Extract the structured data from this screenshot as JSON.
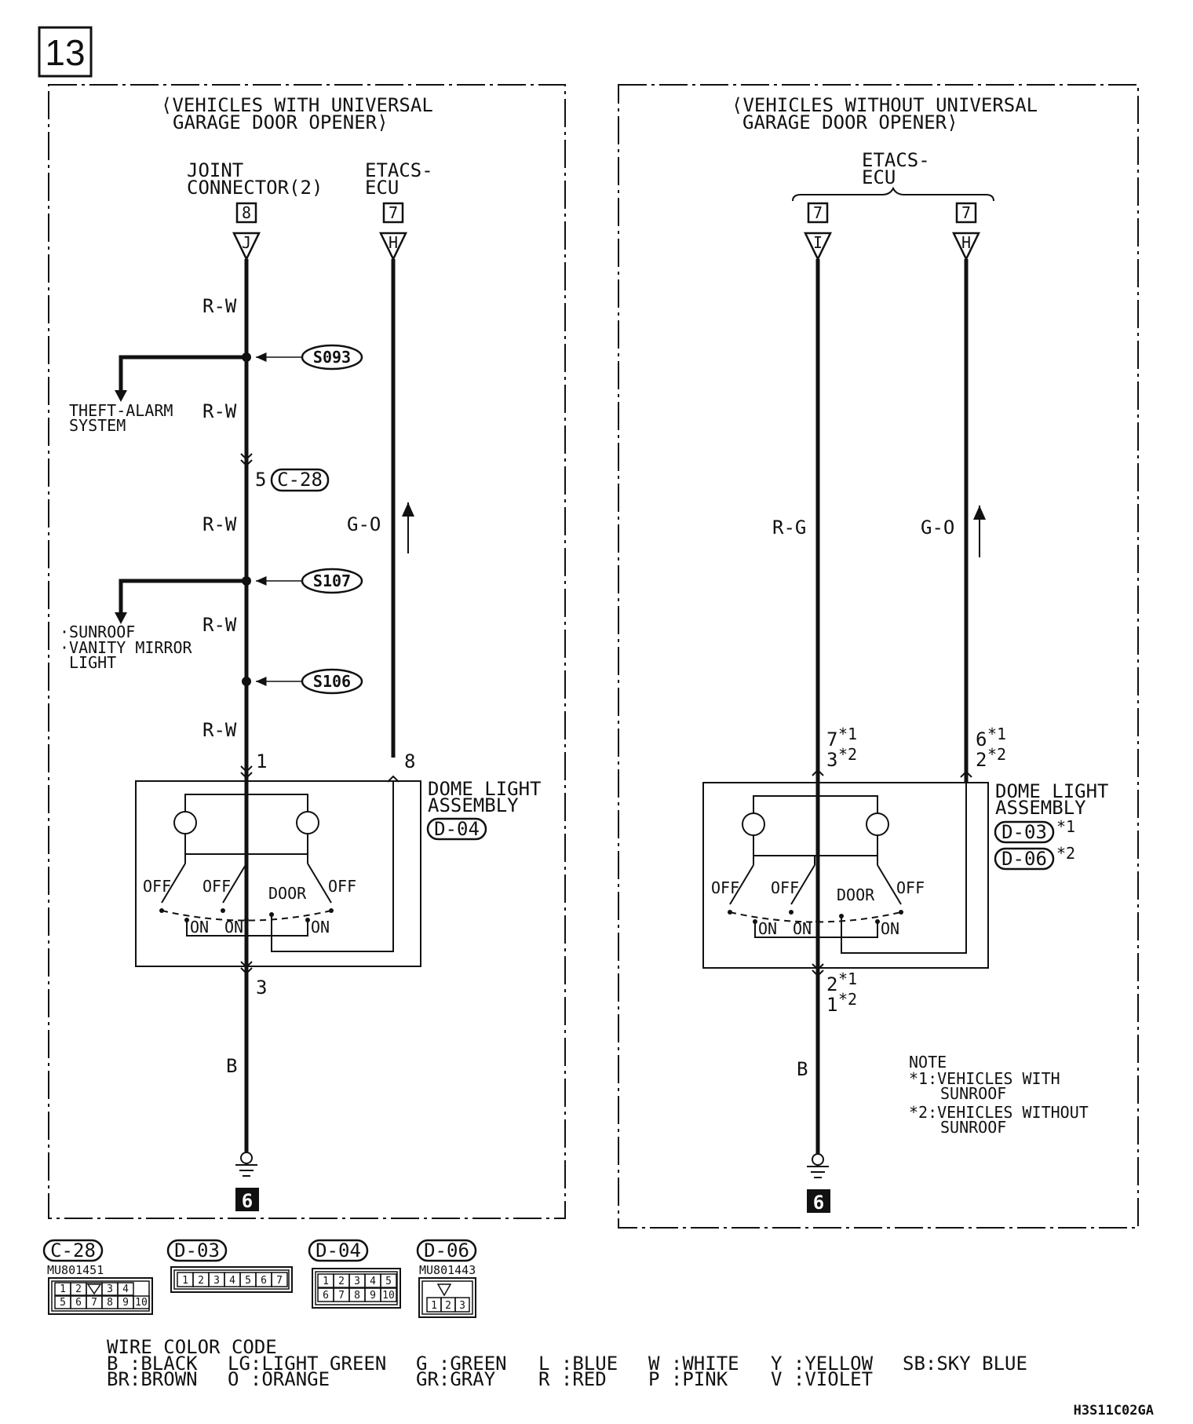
{
  "page_number": "13",
  "diagram_code": "H3S11C02GA",
  "left_panel": {
    "title_line1": "⟨VEHICLES WITH UNIVERSAL",
    "title_line2": "GARAGE DOOR OPENER⟩",
    "joint_connector_line1": "JOINT",
    "joint_connector_line2": "CONNECTOR(2)",
    "joint_connector_ref": "8",
    "joint_pin": "J",
    "etacs_line1": "ETACS-",
    "etacs_line2": "ECU",
    "etacs_ref": "7",
    "etacs_pin": "H",
    "wire_rw": "R-W",
    "wire_go": "G-O",
    "wire_b": "B",
    "splice_1": "S093",
    "splice_2": "S107",
    "splice_3": "S106",
    "connector_pin": "5",
    "connector": "C-28",
    "branch_1_line1": "THEFT-ALARM",
    "branch_1_line2": "SYSTEM",
    "branch_2_line1": "·SUNROOF",
    "branch_2_line2": "·VANITY MIRROR",
    "branch_2_line3": "LIGHT",
    "pin_1": "1",
    "pin_8": "8",
    "pin_3": "3",
    "assembly_line1": "DOME LIGHT",
    "assembly_line2": "ASSEMBLY",
    "assembly_connector": "D-04",
    "ground_ref": "6"
  },
  "right_panel": {
    "title_line1": "⟨VEHICLES WITHOUT UNIVERSAL",
    "title_line2": "GARAGE DOOR OPENER⟩",
    "etacs_line1": "ETACS-",
    "etacs_line2": "ECU",
    "etacs_ref_a": "7",
    "etacs_ref_b": "7",
    "etacs_pin_a": "I",
    "etacs_pin_b": "H",
    "wire_rg": "R-G",
    "wire_go": "G-O",
    "wire_b": "B",
    "pin_a1": "7",
    "pin_a2": "3",
    "pin_b1": "6",
    "pin_b2": "2",
    "pin_c1": "2",
    "pin_c2": "1",
    "footnote_1": "*1",
    "footnote_2": "*2",
    "assembly_line1": "DOME LIGHT",
    "assembly_line2": "ASSEMBLY",
    "assembly_connector_1": "D-03",
    "assembly_connector_2": "D-06",
    "note_title": "NOTE",
    "note_1a": "*1:VEHICLES WITH",
    "note_1b": "SUNROOF",
    "note_2a": "*2:VEHICLES WITHOUT",
    "note_2b": "SUNROOF",
    "ground_ref": "6"
  },
  "switch_labels": {
    "off": "OFF",
    "on": "ON",
    "door": "DOOR"
  },
  "connectors": [
    {
      "name": "C-28",
      "part": "MU801451",
      "top": [
        "1",
        "2",
        "",
        "3",
        "4"
      ],
      "bottom": [
        "5",
        "6",
        "7",
        "8",
        "9",
        "10"
      ]
    },
    {
      "name": "D-03",
      "part": "",
      "top": [
        "1",
        "2",
        "3",
        "4",
        "5",
        "6",
        "7"
      ],
      "bottom": []
    },
    {
      "name": "D-04",
      "part": "",
      "top": [
        "1",
        "2",
        "3",
        "4",
        "5"
      ],
      "bottom": [
        "6",
        "7",
        "8",
        "9",
        "10"
      ]
    },
    {
      "name": "D-06",
      "part": "MU801443",
      "top": [],
      "bottom": [
        "1",
        "2",
        "3"
      ]
    }
  ],
  "wire_color_code": {
    "title": "WIRE COLOR CODE",
    "entries": [
      "B :BLACK",
      "BR:BROWN",
      "LG:LIGHT GREEN",
      "O :ORANGE",
      "G :GREEN",
      "GR:GRAY",
      "L :BLUE",
      "R :RED",
      "W :WHITE",
      "P :PINK",
      "Y :YELLOW",
      "V :VIOLET",
      "SB:SKY BLUE"
    ]
  }
}
